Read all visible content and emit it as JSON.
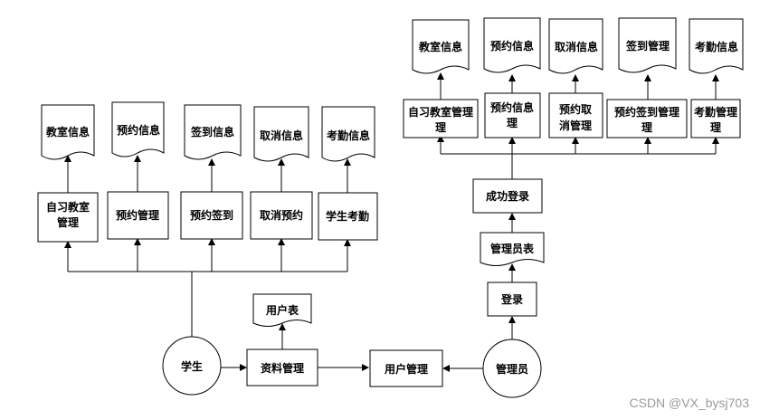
{
  "student": {
    "actor": "学生",
    "docs": [
      "教室信息",
      "预约信息",
      "签到信息",
      "取消信息",
      "考勤信息"
    ],
    "processes": [
      [
        "自习教室",
        "管理"
      ],
      [
        "预约管理"
      ],
      [
        "预约签到"
      ],
      [
        "取消预约"
      ],
      [
        "学生考勤"
      ]
    ]
  },
  "admin": {
    "actor": "管理员",
    "login": "登录",
    "table": "管理员表",
    "success": "成功登录",
    "processes": [
      [
        "自习教室管理",
        "理"
      ],
      [
        "预约信息",
        "理"
      ],
      [
        "预约取",
        "消管理"
      ],
      [
        "预约签到管理",
        "理"
      ],
      [
        "考勤管理",
        "理"
      ]
    ],
    "docs": [
      "教室信息",
      "预约信息",
      "取消信息",
      "签到管理",
      "考勤信息"
    ]
  },
  "center": {
    "user_table": "用户表",
    "data_mgmt": "资料管理",
    "user_mgmt": "用户管理"
  },
  "watermark": "CSDN @VX_bysj703"
}
